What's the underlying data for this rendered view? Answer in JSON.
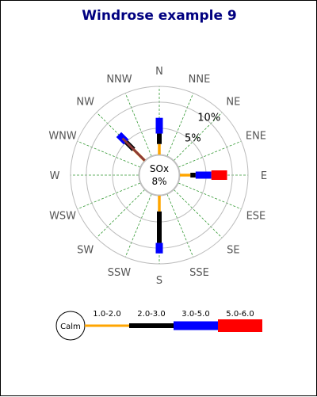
{
  "chart_data": {
    "type": "windrose",
    "title": "Windrose example 9",
    "directions": [
      "N",
      "NNE",
      "NE",
      "ENE",
      "E",
      "ESE",
      "SE",
      "SSE",
      "S",
      "SSW",
      "SW",
      "WSW",
      "W",
      "WNW",
      "NW",
      "NNW"
    ],
    "ring_labels": [
      "5%",
      "10%"
    ],
    "ring_values": [
      5,
      10
    ],
    "max_value": 13,
    "center_label": "SOx",
    "center_value": "8%",
    "legend": {
      "calm_label": "Calm",
      "bins": [
        {
          "label": "1.0-2.0",
          "color": "#FFA500"
        },
        {
          "label": "2.0-3.0",
          "color": "#000000"
        },
        {
          "label": "3.0-5.0",
          "color": "#0000FF"
        },
        {
          "label": "5.0-6.0",
          "color": "#FF0000"
        }
      ]
    },
    "series": [
      {
        "direction": "N",
        "segments": [
          2,
          2,
          3
        ]
      },
      {
        "direction": "E",
        "segments": [
          2,
          1,
          3,
          3
        ]
      },
      {
        "direction": "S",
        "segments": [
          3,
          6,
          2
        ]
      },
      {
        "direction": "NW",
        "segments": [
          3,
          2,
          2
        ]
      },
      {
        "direction": "NW",
        "segments": [
          6
        ],
        "color": "#8B3A3A"
      }
    ],
    "grid": true,
    "colors": {
      "title": "#000080",
      "ring": "#BBBBBB",
      "spoke": "#339933",
      "direction_label": "#555555",
      "nw_extra": "#8B3A3A"
    }
  }
}
